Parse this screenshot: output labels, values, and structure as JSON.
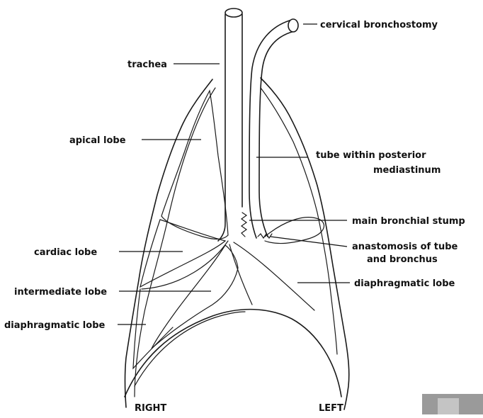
{
  "labels": {
    "trachea": "trachea",
    "cervical_bronchostomy": "cervical bronchostomy",
    "apical_lobe": "apical lobe",
    "tube_line1": "tube within posterior",
    "tube_line2": "mediastinum",
    "main_bronchial_stump": "main bronchial stump",
    "cardiac_lobe": "cardiac lobe",
    "anastomosis_line1": "anastomosis of tube",
    "anastomosis_line2": "and bronchus",
    "intermediate_lobe": "intermediate lobe",
    "diaphragmatic_lobe_left": "diaphragmatic lobe",
    "diaphragmatic_lobe_right": "diaphragmatic lobe",
    "right": "RIGHT",
    "left": "LEFT"
  }
}
